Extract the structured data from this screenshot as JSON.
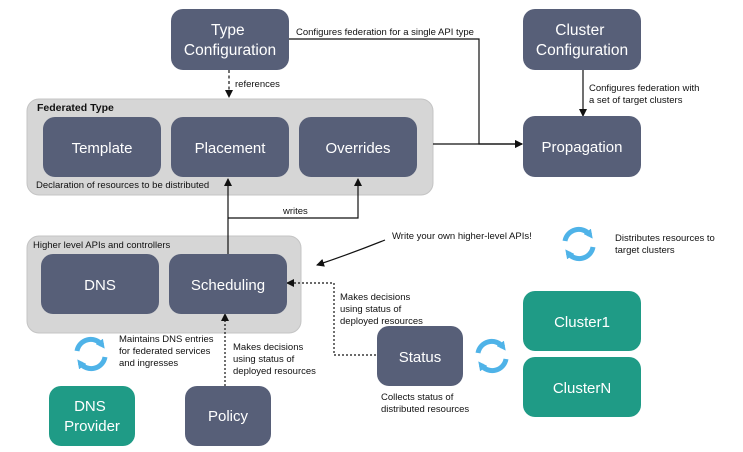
{
  "colors": {
    "node_dark": "#575f78",
    "node_green": "#1f9b86",
    "group_bg": "#d6d6d6",
    "group_border": "#c4c4c4",
    "arrow": "#111111",
    "cycle_icon": "#4fb3e8",
    "text_light": "#ffffff",
    "text_dark": "#111111"
  },
  "nodes": {
    "type_configuration": [
      "Type",
      "Configuration"
    ],
    "cluster_configuration": [
      "Cluster",
      "Configuration"
    ],
    "template": "Template",
    "placement": "Placement",
    "overrides": "Overrides",
    "propagation": "Propagation",
    "dns": "DNS",
    "scheduling": "Scheduling",
    "status": "Status",
    "cluster1": "Cluster1",
    "clustern": "ClusterN",
    "dns_provider": [
      "DNS",
      "Provider"
    ],
    "policy": "Policy"
  },
  "groups": {
    "federated_type_title": "Federated Type",
    "federated_type_caption": "Declaration of resources to be distributed",
    "higher_level_caption": "Higher level APIs and controllers"
  },
  "labels": {
    "configures_single": "Configures federation for a single API type",
    "references": "references",
    "configures_targets": [
      "Configures federation with",
      "a set of target clusters"
    ],
    "writes": "writes",
    "write_own": "Write your own higher-level APIs!",
    "distributes": [
      "Distributes resources to",
      "target clusters"
    ],
    "makes_decisions_status": [
      "Makes decisions",
      "using status of",
      "deployed resources"
    ],
    "makes_decisions_policy": [
      "Makes decisions",
      "using status of",
      "deployed resources"
    ],
    "maintains_dns": [
      "Maintains DNS entries",
      "for federated services",
      "and ingresses"
    ],
    "collects_status": [
      "Collects status of",
      "distributed resources"
    ]
  },
  "icons": [
    "cycle-icon-distributes",
    "cycle-icon-status",
    "cycle-icon-dns"
  ]
}
